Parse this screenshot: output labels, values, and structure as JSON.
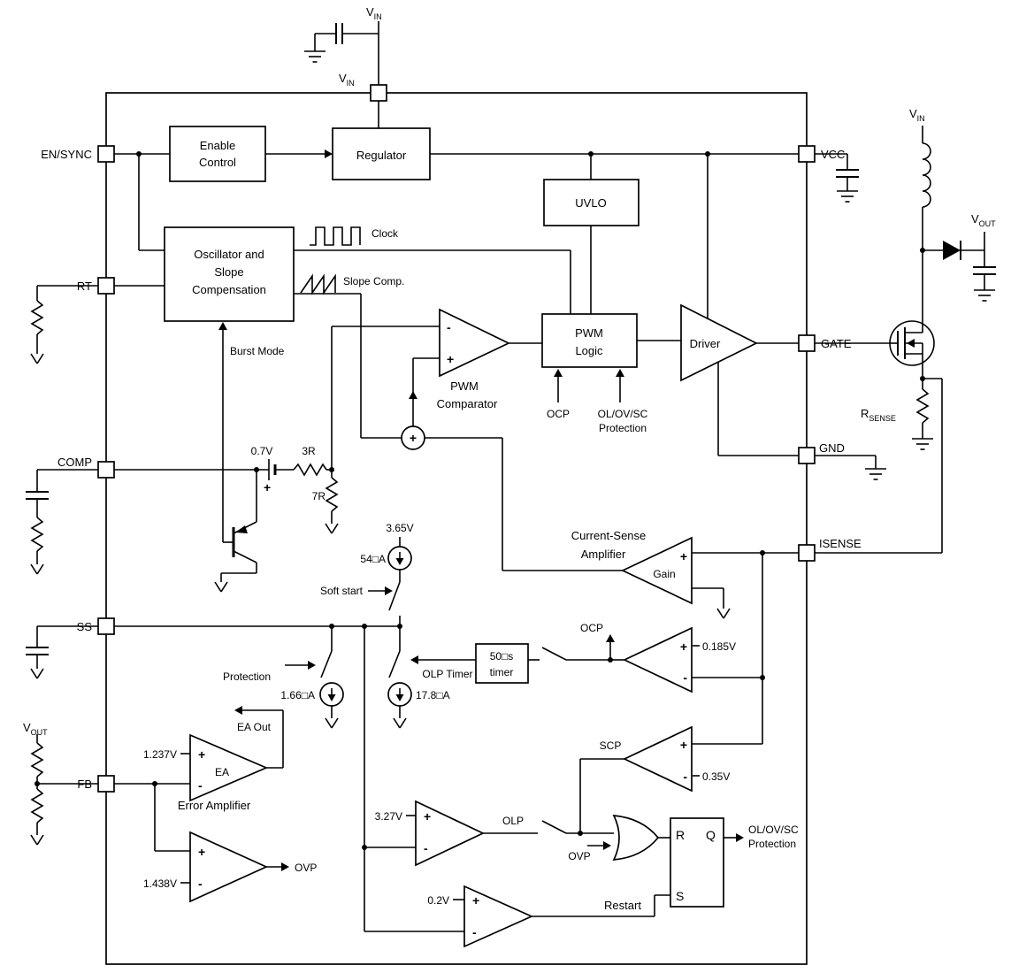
{
  "colors": {
    "background": "#ffffff",
    "line": "#000000"
  },
  "pins": {
    "vin": {
      "main": "V",
      "sub": "IN"
    },
    "en_sync": "EN/SYNC",
    "rt": "RT",
    "comp": "COMP",
    "ss": "SS",
    "fb": "FB",
    "vcc": "VCC",
    "gate": "GATE",
    "gnd": "GND",
    "isense": "ISENSE"
  },
  "external": {
    "vout": {
      "main": "V",
      "sub": "OUT"
    },
    "rsense": {
      "main": "R",
      "sub": "SENSE"
    }
  },
  "blocks": {
    "enable_control": {
      "line1": "Enable",
      "line2": "Control"
    },
    "regulator": "Regulator",
    "uvlo": "UVLO",
    "oscillator": {
      "line1": "Oscillator and",
      "line2": "Slope",
      "line3": "Compensation"
    },
    "pwm_logic": {
      "line1": "PWM",
      "line2": "Logic"
    },
    "driver": "Driver",
    "pwm_comparator": {
      "line1": "PWM",
      "line2": "Comparator"
    },
    "current_sense_amp": {
      "line1": "Current-Sense",
      "line2": "Amplifier",
      "gain": "Gain"
    },
    "error_amp": {
      "name": "EA",
      "caption": "Error Amplifier"
    },
    "timer": {
      "line1": "50□s",
      "line2": "timer"
    },
    "latch": {
      "r": "R",
      "q": "Q",
      "s": "S"
    }
  },
  "signals": {
    "clock": "Clock",
    "slope_comp": "Slope Comp.",
    "burst_mode": "Burst Mode",
    "soft_start": "Soft start",
    "protection": "Protection",
    "olp_timer": "OLP Timer",
    "ocp": "OCP",
    "olovsc_input": {
      "line1": "OL/OV/SC",
      "line2": "Protection"
    },
    "scp": "SCP",
    "olp": "OLP",
    "ovp": "OVP",
    "restart": "Restart",
    "ea_out": "EA Out",
    "olovsc_output": {
      "line1": "OL/OV/SC",
      "line2": "Protection"
    }
  },
  "values": {
    "v_0_7": "0.7V",
    "battery_plus": "+",
    "r3": "3R",
    "r7": "7R",
    "v_3_65": "3.65V",
    "i_54": "54□A",
    "i_1_66": "1.66□A",
    "i_17_8": "17.8□A",
    "v_0_185": "0.185V",
    "v_0_35": "0.35V",
    "v_1_237": "1.237V",
    "v_1_438": "1.438V",
    "v_3_27": "3.27V",
    "v_0_2": "0.2V"
  },
  "ops": {
    "plus": "+",
    "minus": "-"
  }
}
